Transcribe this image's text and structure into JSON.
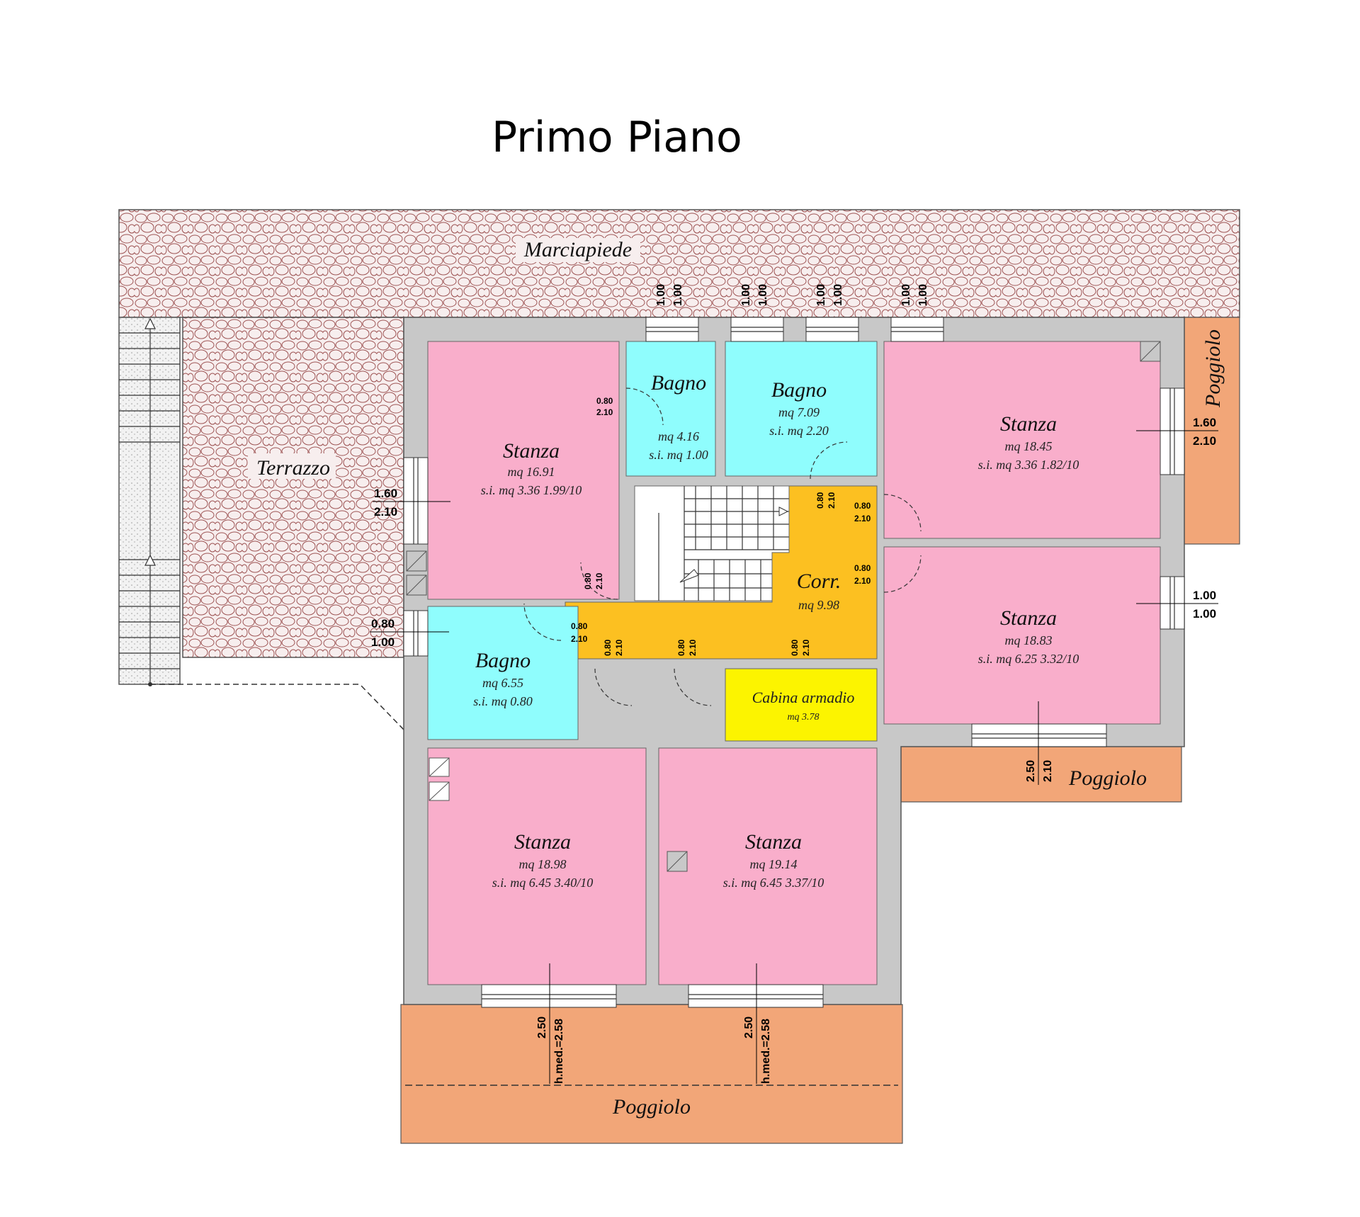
{
  "title": "Primo Piano",
  "colors": {
    "wall": "#c8c8c8",
    "room_pink": "#f9aecb",
    "room_cyan": "#8ffdfd",
    "corridor": "#fcc021",
    "closet": "#fcf400",
    "balcony": "#f2a678",
    "paving_bg": "#f7eeee",
    "paving_stroke": "#9e5454"
  },
  "outdoor": {
    "marciapiede": "Marciapiede",
    "terrazzo": "Terrazzo",
    "poggiolo_right_top": "Poggiolo",
    "poggiolo_right": "Poggiolo",
    "poggiolo_bottom": "Poggiolo"
  },
  "rooms": {
    "stanza_1": {
      "name": "Stanza",
      "area": "mq 16.91",
      "si": "s.i. mq 3.36  1.99/10"
    },
    "bagno_1": {
      "name": "Bagno",
      "area": "mq 4.16",
      "si": "s.i. mq 1.00"
    },
    "bagno_2": {
      "name": "Bagno",
      "area": "mq 7.09",
      "si": "s.i. mq 2.20"
    },
    "stanza_2": {
      "name": "Stanza",
      "area": "mq 18.45",
      "si": "s.i. mq 3.36  1.82/10"
    },
    "corridoio": {
      "name": "Corr.",
      "area": "mq 9.98"
    },
    "stanza_3": {
      "name": "Stanza",
      "area": "mq 18.83",
      "si": "s.i. mq 6.25  3.32/10"
    },
    "bagno_3": {
      "name": "Bagno",
      "area": "mq 6.55",
      "si": "s.i. mq 0.80"
    },
    "cabina": {
      "name": "Cabina armadio",
      "area": "mq 3.78"
    },
    "stanza_4": {
      "name": "Stanza",
      "area": "mq 18.98",
      "si": "s.i. mq 6.45  3.40/10"
    },
    "stanza_5": {
      "name": "Stanza",
      "area": "mq 19.14",
      "si": "s.i. mq 6.45  3.37/10"
    }
  },
  "openings": {
    "top_w": "1.00",
    "top_h": "1.00",
    "left_w": "1.60",
    "left_h": "2.10",
    "left2_w": "0.80",
    "left2_h": "1.00",
    "right_top_w": "1.60",
    "right_top_h": "2.10",
    "right_mid_w": "1.00",
    "right_mid_h": "1.00",
    "right_bal_w": "2.50",
    "right_bal_h": "2.10",
    "bottom_w": "2.50",
    "bottom_h": "h.med.=2.58",
    "door_w": "0.80",
    "door_h": "2.10"
  }
}
